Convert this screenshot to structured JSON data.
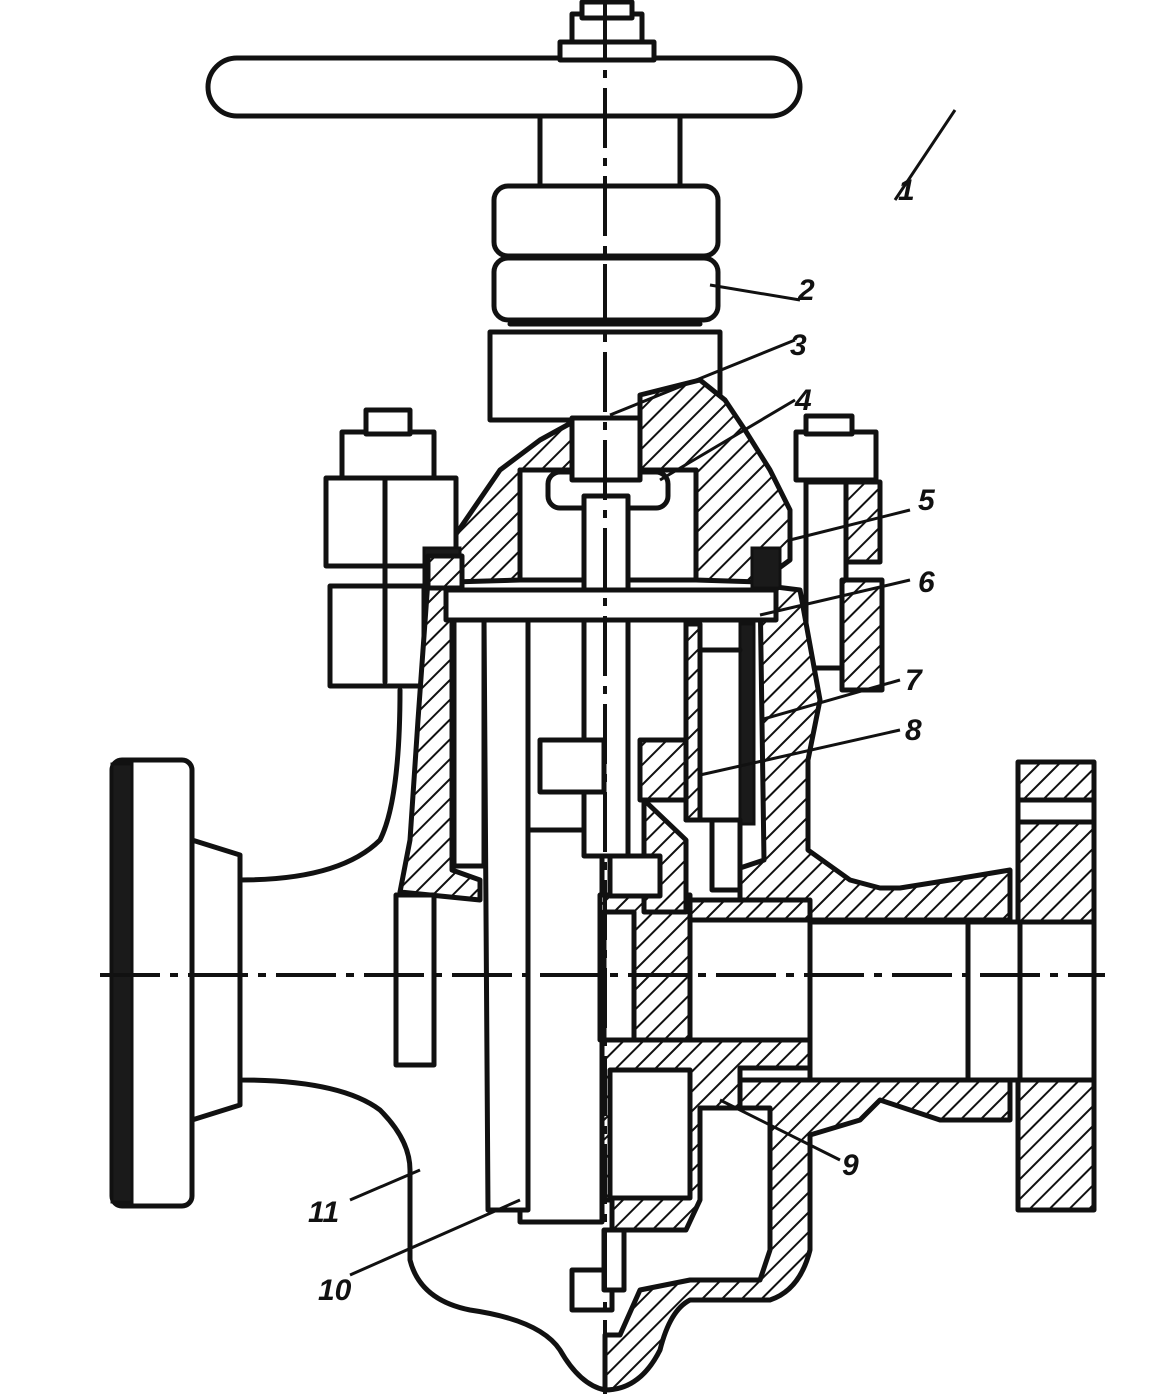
{
  "callouts": [
    {
      "id": "1",
      "label": "1"
    },
    {
      "id": "2",
      "label": "2"
    },
    {
      "id": "3",
      "label": "3"
    },
    {
      "id": "4",
      "label": "4"
    },
    {
      "id": "5",
      "label": "5"
    },
    {
      "id": "6",
      "label": "6"
    },
    {
      "id": "7",
      "label": "7"
    },
    {
      "id": "8",
      "label": "8"
    },
    {
      "id": "9",
      "label": "9"
    },
    {
      "id": "10",
      "label": "10"
    },
    {
      "id": "11",
      "label": "11"
    }
  ],
  "colors": {
    "ink": "#111111",
    "background": "#ffffff"
  }
}
